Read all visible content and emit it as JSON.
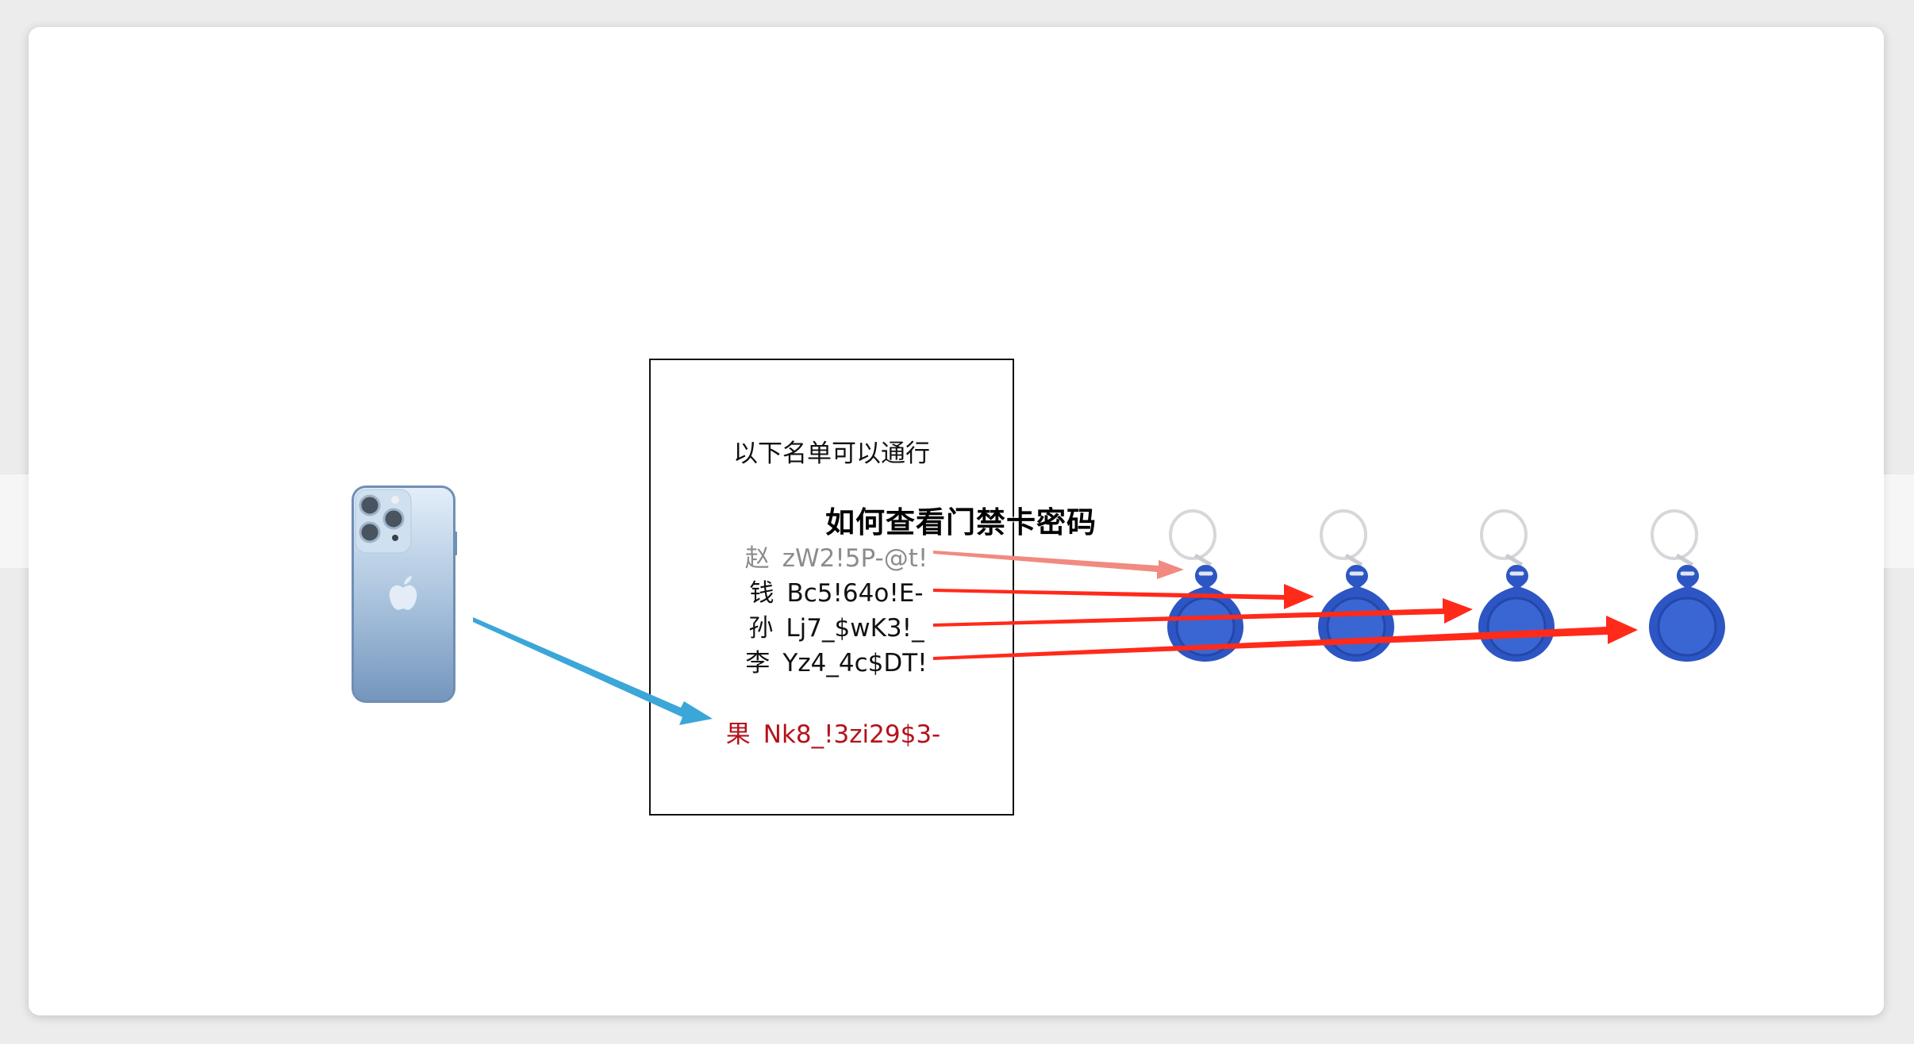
{
  "title": "如何查看门禁卡密码",
  "list": {
    "heading": "以下名单可以通行",
    "entries": [
      {
        "name": "赵",
        "code": "zW2!5P-@t!",
        "color": "#8c8c8c"
      },
      {
        "name": "钱",
        "code": "Bc5!64o!E-",
        "color": "#111111"
      },
      {
        "name": "孙",
        "code": "Lj7_$wK3!_",
        "color": "#111111"
      },
      {
        "name": "李",
        "code": "Yz4_4c$DT!",
        "color": "#111111"
      },
      {
        "name": "果",
        "code": "Nk8_!3zi29$3-",
        "color": "#b5121b"
      }
    ]
  },
  "icons": {
    "phone": "iphone-icon",
    "fob": "key-fob-icon",
    "logo": "apple-logo-icon"
  },
  "colors": {
    "fob_blue": "#2d56c4",
    "arrow_red": "#ff2a1a",
    "arrow_blue": "#3ba6d8",
    "highlight_red": "#b5121b"
  }
}
